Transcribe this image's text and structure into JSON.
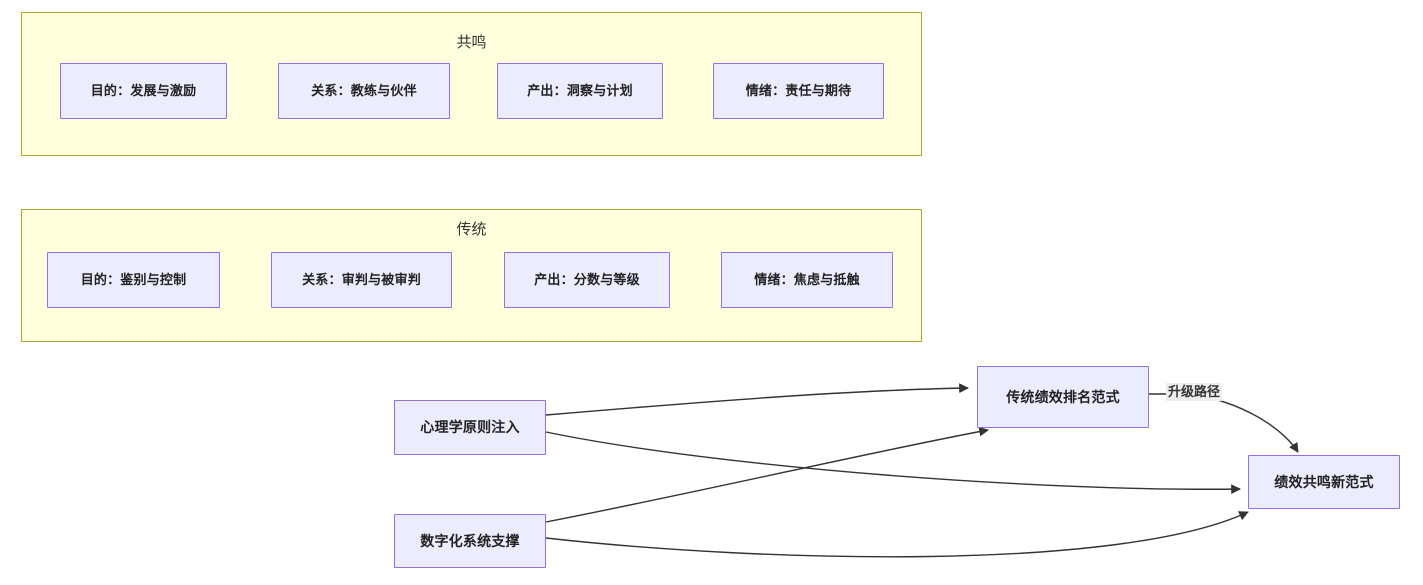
{
  "diagram": {
    "type": "flowchart",
    "background_color": "#ffffff",
    "subgraph_fill": "#ffffde",
    "subgraph_stroke": "#aaaa33",
    "node_fill": "#ececff",
    "node_stroke": "#9370db",
    "edge_stroke": "#333333",
    "edge_label_background": "#eeeeee"
  },
  "subgraphs": [
    {
      "id": "resonance",
      "title": "共鸣",
      "nodes": [
        {
          "id": "r1",
          "label": "目的：发展与激励"
        },
        {
          "id": "r2",
          "label": "关系：教练与伙伴"
        },
        {
          "id": "r3",
          "label": "产出：洞察与计划"
        },
        {
          "id": "r4",
          "label": "情绪：责任与期待"
        }
      ]
    },
    {
      "id": "traditional",
      "title": "传统",
      "nodes": [
        {
          "id": "t1",
          "label": "目的：鉴别与控制"
        },
        {
          "id": "t2",
          "label": "关系：审判与被审判"
        },
        {
          "id": "t3",
          "label": "产出：分数与等级"
        },
        {
          "id": "t4",
          "label": "情绪：焦虑与抵触"
        }
      ]
    }
  ],
  "flow": {
    "nodes": [
      {
        "id": "psych",
        "label": "心理学原则注入"
      },
      {
        "id": "digital",
        "label": "数字化系统支撑"
      },
      {
        "id": "old_paradigm",
        "label": "传统绩效排名范式"
      },
      {
        "id": "new_paradigm",
        "label": "绩效共鸣新范式"
      }
    ],
    "edges": [
      {
        "from": "psych",
        "to": "old_paradigm",
        "label": ""
      },
      {
        "from": "psych",
        "to": "new_paradigm",
        "label": ""
      },
      {
        "from": "digital",
        "to": "old_paradigm",
        "label": ""
      },
      {
        "from": "digital",
        "to": "new_paradigm",
        "label": ""
      },
      {
        "from": "old_paradigm",
        "to": "new_paradigm",
        "label": "升级路径"
      }
    ],
    "edge_labels": [
      {
        "id": "upgrade_path",
        "text": "升级路径"
      }
    ]
  }
}
